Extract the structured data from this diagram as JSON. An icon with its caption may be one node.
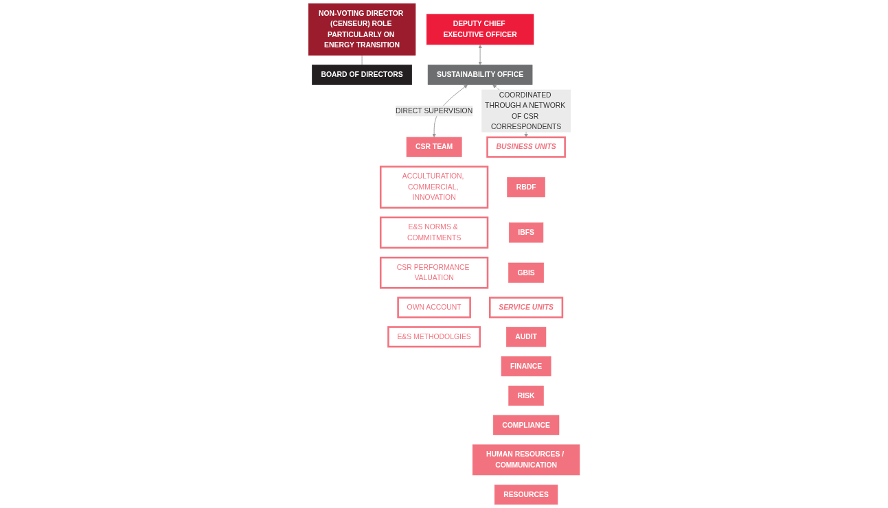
{
  "diagram": {
    "nodes": [
      {
        "text": [
          "NON-VOTING DIRECTOR (CENSEUR) ROLE PARTICULARLY ON ENERGY TRANSITION"
        ]
      },
      {
        "text": [
          "BOARD OF DIRECTORS"
        ]
      },
      {
        "text": [
          "DEPUTY CHIEF EXECUTIVE OFFICER"
        ]
      },
      {
        "text": [
          "SUSTAINABILITY OFFICE"
        ]
      },
      {
        "text": [
          "CSR TEAM"
        ]
      },
      {
        "text": [
          "ACCULTURATION, COMMERCIAL, INNOVATION"
        ]
      },
      {
        "text": [
          "E&S NORMS & COMMITMENTS"
        ]
      },
      {
        "text": [
          "CSR PERFORMANCE VALUATION"
        ]
      },
      {
        "text": [
          "OWN ACCOUNT"
        ]
      },
      {
        "text": [
          "E&S METHODOLGIES"
        ]
      },
      {
        "text": [
          "BUSINESS UNITS"
        ]
      },
      {
        "text": [
          "RBDF"
        ]
      },
      {
        "text": [
          "IBFS"
        ]
      },
      {
        "text": [
          "GBIS"
        ]
      },
      {
        "text": [
          "SERVICE UNITS"
        ]
      },
      {
        "text": [
          "AUDIT"
        ]
      },
      {
        "text": [
          "FINANCE"
        ]
      },
      {
        "text": [
          "RISK"
        ]
      },
      {
        "text": [
          "COMPLIANCE"
        ]
      },
      {
        "text": [
          "HUMAN RESOURCES / COMMUNICATION"
        ]
      },
      {
        "text": [
          "RESOURCES"
        ]
      }
    ],
    "edges": [
      {
        "from": 0,
        "to": 1,
        "arrow": "none"
      },
      {
        "from": 2,
        "to": 3,
        "arrow": "both"
      },
      {
        "from": 3,
        "to": 4,
        "arrow": "both",
        "label": "DIRECT SUPERVISION"
      },
      {
        "from": 3,
        "to": 10,
        "arrow": "both",
        "style": "dashed",
        "label": "COORDINATED THROUGH A NETWORK OF CSR CORRESPONDENTS"
      }
    ]
  }
}
